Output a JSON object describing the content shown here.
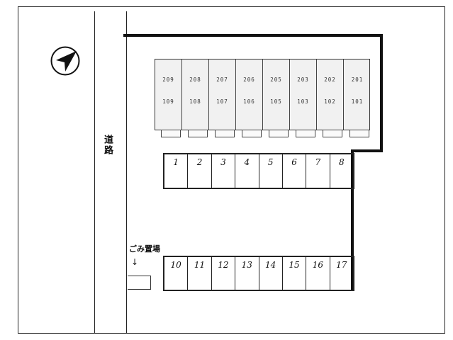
{
  "road": {
    "label": "道路"
  },
  "compass": {
    "icon": "north-arrow-icon"
  },
  "building": {
    "units": [
      {
        "upper": "209",
        "lower": "109"
      },
      {
        "upper": "208",
        "lower": "108"
      },
      {
        "upper": "207",
        "lower": "107"
      },
      {
        "upper": "206",
        "lower": "106"
      },
      {
        "upper": "205",
        "lower": "105"
      },
      {
        "upper": "203",
        "lower": "103"
      },
      {
        "upper": "202",
        "lower": "102"
      },
      {
        "upper": "201",
        "lower": "101"
      }
    ]
  },
  "parking": {
    "row_top": [
      "1",
      "2",
      "3",
      "4",
      "5",
      "6",
      "7",
      "8"
    ],
    "row_bottom": [
      "10",
      "11",
      "12",
      "13",
      "14",
      "15",
      "16",
      "17"
    ]
  },
  "garbage": {
    "label": "ごみ置場",
    "arrow": "↓"
  }
}
